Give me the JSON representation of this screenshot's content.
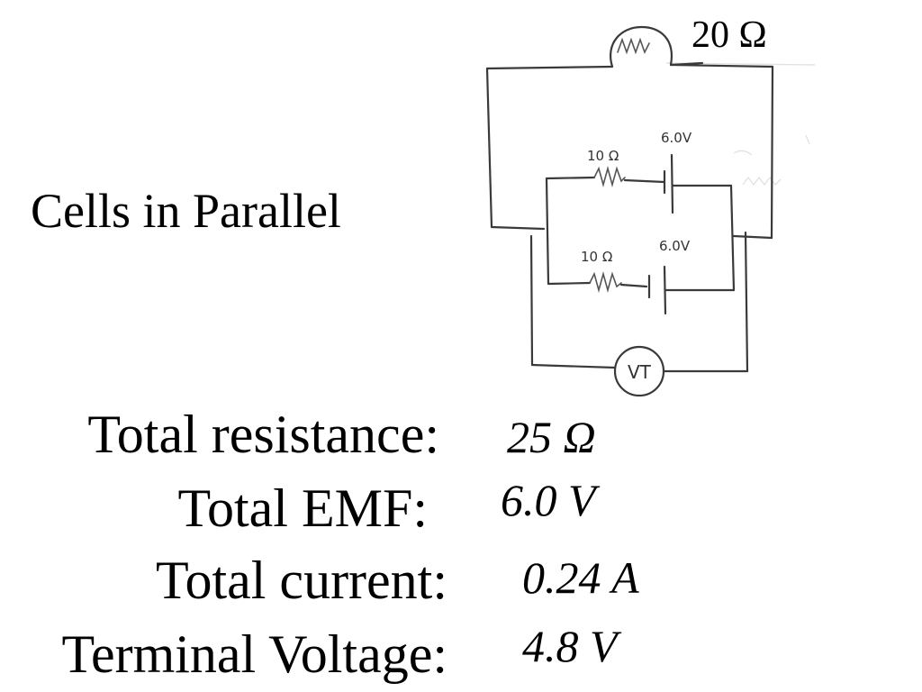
{
  "slide": {
    "title": "Cells in Parallel"
  },
  "circuit": {
    "top_resistor_label": "20 Ω",
    "branch1": {
      "resistor_label": "10 Ω",
      "cell_label": "6.0V"
    },
    "branch2": {
      "resistor_label": "10 Ω",
      "cell_label": "6.0V"
    },
    "voltmeter_label": "VT"
  },
  "results": {
    "total_resistance": {
      "label": "Total resistance:",
      "value": "25 Ω"
    },
    "total_emf": {
      "label": "Total EMF:",
      "value": "6.0 V"
    },
    "total_current": {
      "label": "Total current:",
      "value": "0.24 A"
    },
    "terminal_voltage": {
      "label": "Terminal Voltage:",
      "value": "4.8 V"
    }
  }
}
